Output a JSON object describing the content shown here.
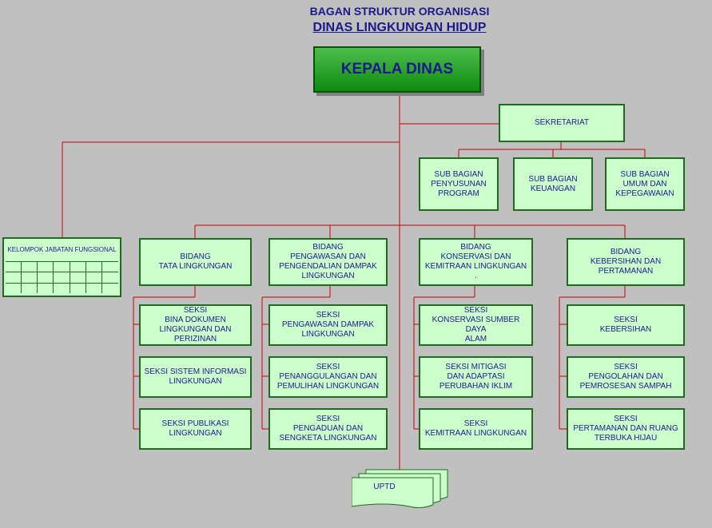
{
  "title": {
    "line1": "BAGAN STRUKTUR ORGANISASI",
    "line2": "DINAS LINGKUNGAN HIDUP"
  },
  "head": "KEPALA DINAS",
  "sekretariat": {
    "label": "SEKRETARIAT",
    "subbagian": [
      "SUB BAGIAN\nPENYUSUNAN\nPROGRAM",
      "SUB BAGIAN\nKEUANGAN",
      "SUB BAGIAN\nUMUM DAN\nKEPEGAWAIAN"
    ]
  },
  "jabatan_fungsional": "KELOMPOK JABATAN FUNGSIONAL",
  "bidang": [
    {
      "label": "BIDANG\nTATA LINGKUNGAN",
      "seksi": [
        "SEKSI\nBINA DOKUMEN\nLINGKUNGAN DAN\nPERIZINAN",
        "SEKSI SISTEM INFORMASI\nLINGKUNGAN",
        "SEKSI           PUBLIKASI\nLINGKUNGAN"
      ]
    },
    {
      "label": "BIDANG\nPENGAWASAN DAN\nPENGENDALIAN DAMPAK\nLINGKUNGAN",
      "seksi": [
        "SEKSI\nPENGAWASAN DAMPAK\nLINGKUNGAN",
        "SEKSI\nPENANGGULANGAN DAN\nPEMULIHAN LINGKUNGAN",
        "SEKSI\nPENGADUAN DAN\nSENGKETA LINGKUNGAN"
      ]
    },
    {
      "label": "BIDANG\nKONSERVASI DAN\nKEMITRAAN LINGKUNGAN .",
      "seksi": [
        "SEKSI\nKONSERVASI SUMBER DAYA\nALAM",
        "SEKSI                MITIGASI\nDAN ADAPTASI\nPERUBAHAN IKLIM",
        "SEKSI\nKEMITRAAN LINGKUNGAN"
      ]
    },
    {
      "label": "BIDANG\nKEBERSIHAN DAN\nPERTAMANAN",
      "seksi": [
        "SEKSI\nKEBERSIHAN",
        "SEKSI\nPENGOLAHAN DAN\nPEMROSESAN SAMPAH",
        "SEKSI\nPERTAMANAN DAN RUANG\nTERBUKA HIJAU"
      ]
    }
  ],
  "uptd": "UPTD",
  "colors": {
    "background": "#c0c0c0",
    "box_fill": "#ccffcc",
    "box_border": "#1f6b1f",
    "connector": "#cc0000",
    "text": "#1a1a8c",
    "head_fill": "#1f9e1f"
  }
}
